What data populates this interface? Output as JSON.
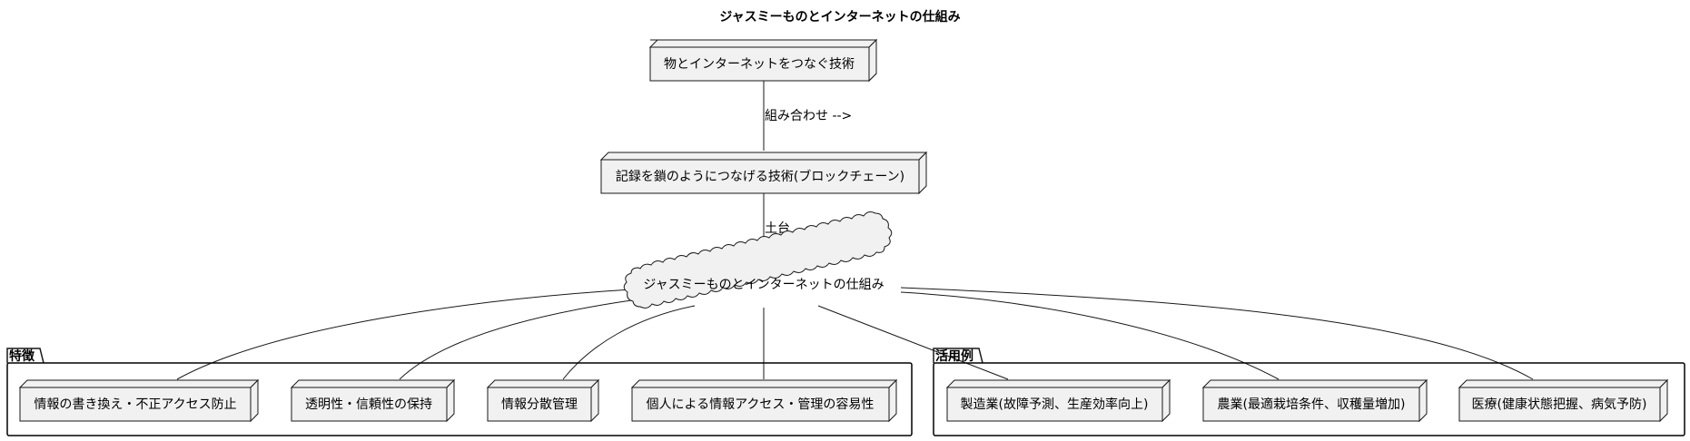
{
  "title": "ジャスミーものとインターネットの仕組み",
  "nodes": {
    "iot": "物とインターネットをつなぐ技術",
    "blockchain": "記録を鎖のようにつなげる技術(ブロックチェーン)",
    "cloud": "ジャスミーものとインターネットの仕組み"
  },
  "edges": {
    "combine": "組み合わせ -->",
    "base": "土台"
  },
  "packages": {
    "features": {
      "label": "特徴",
      "items": [
        "情報の書き換え・不正アクセス防止",
        "透明性・信頼性の保持",
        "情報分散管理",
        "個人による情報アクセス・管理の容易性"
      ]
    },
    "usecases": {
      "label": "活用例",
      "items": [
        "製造業(故障予測、生産効率向上)",
        "農業(最適栽培条件、収穫量増加)",
        "医療(健康状態把握、病気予防)"
      ]
    }
  },
  "colors": {
    "node_fill": "#f1f1f1",
    "stroke": "#181818",
    "background": "#ffffff"
  }
}
